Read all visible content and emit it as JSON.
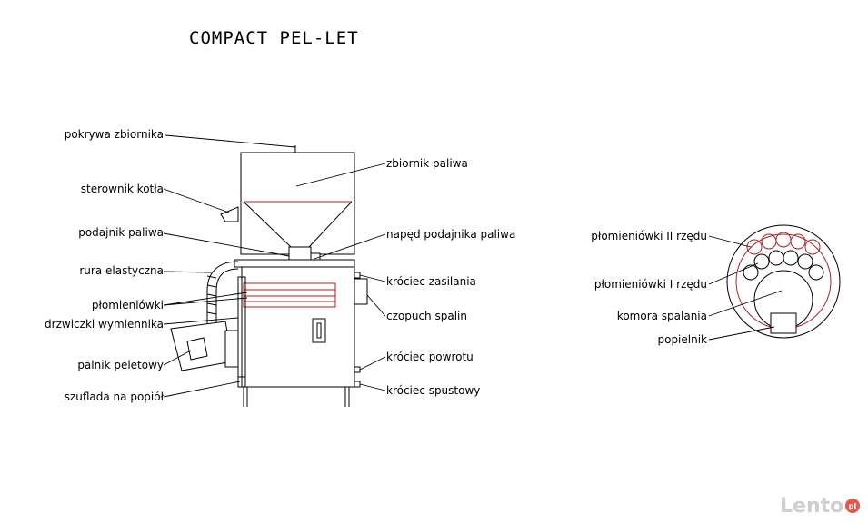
{
  "title": "COMPACT PEL-LET",
  "labels_left": {
    "pokrywa": "pokrywa zbiornika",
    "sterownik": "sterownik kotła",
    "podajnik": "podajnik paliwa",
    "rura": "rura elastyczna",
    "plomieniowki": "płomieniówki",
    "drzwiczki": "drzwiczki wymiennika",
    "palnik": "palnik peletowy",
    "szuflada": "szuflada na popiół"
  },
  "labels_right": {
    "zbiornik": "zbiornik paliwa",
    "naped": "napęd podajnika paliwa",
    "krociec_zasilania": "króciec zasilania",
    "czopuch": "czopuch spalin",
    "krociec_powrotu": "króciec powrotu",
    "krociec_spustowy": "króciec spustowy"
  },
  "labels_section": {
    "plomieniowki_2": "płomieniówki II rzędu",
    "plomieniowki_1": "płomieniówki I rzędu",
    "komora": "komora spalania",
    "popielnik": "popielnik"
  },
  "watermark": {
    "text": "Lento",
    "badge": "pl"
  },
  "colors": {
    "line": "#000000",
    "accent": "#b02020"
  }
}
